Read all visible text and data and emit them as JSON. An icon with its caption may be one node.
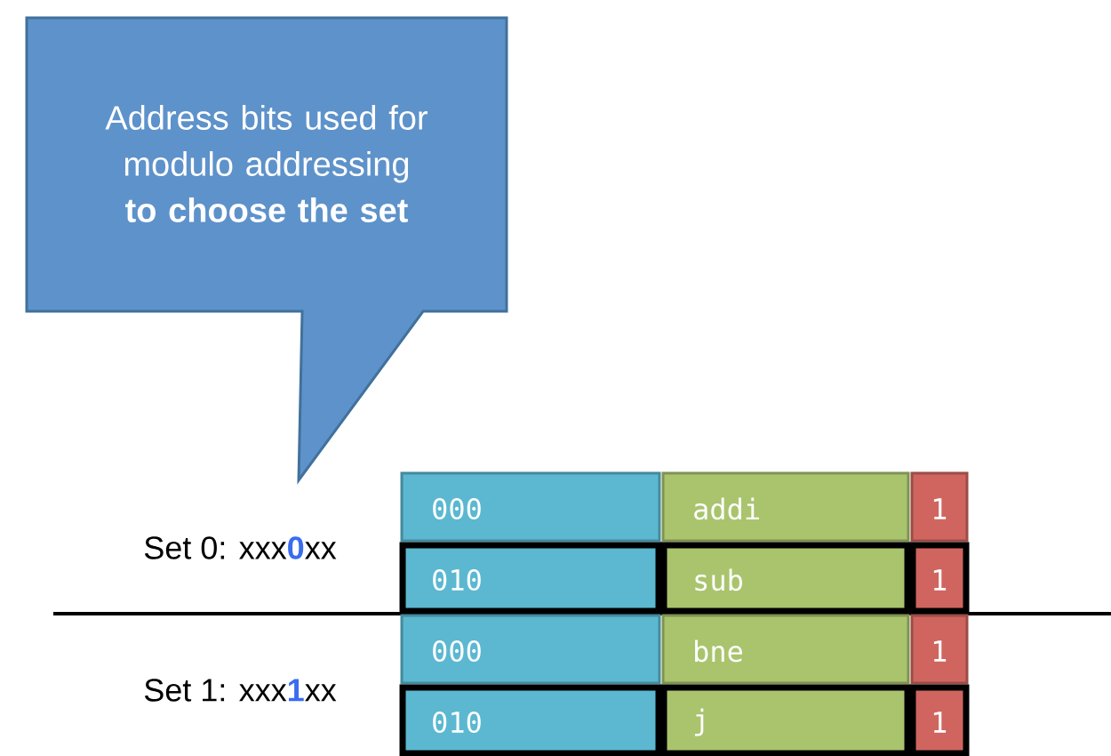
{
  "diagram": {
    "nodes": [
      {
        "text": [
          "Address bits used for modulo addressing **to choose the set**"
        ]
      }
    ],
    "labels": [
      "Set 0: xxx**0**xx",
      "Set 1: xxx**1**xx",
      "000",
      "addi",
      "1",
      "010",
      "sub",
      "1",
      "000",
      "bne",
      "1",
      "010",
      "j",
      "1"
    ]
  }
}
